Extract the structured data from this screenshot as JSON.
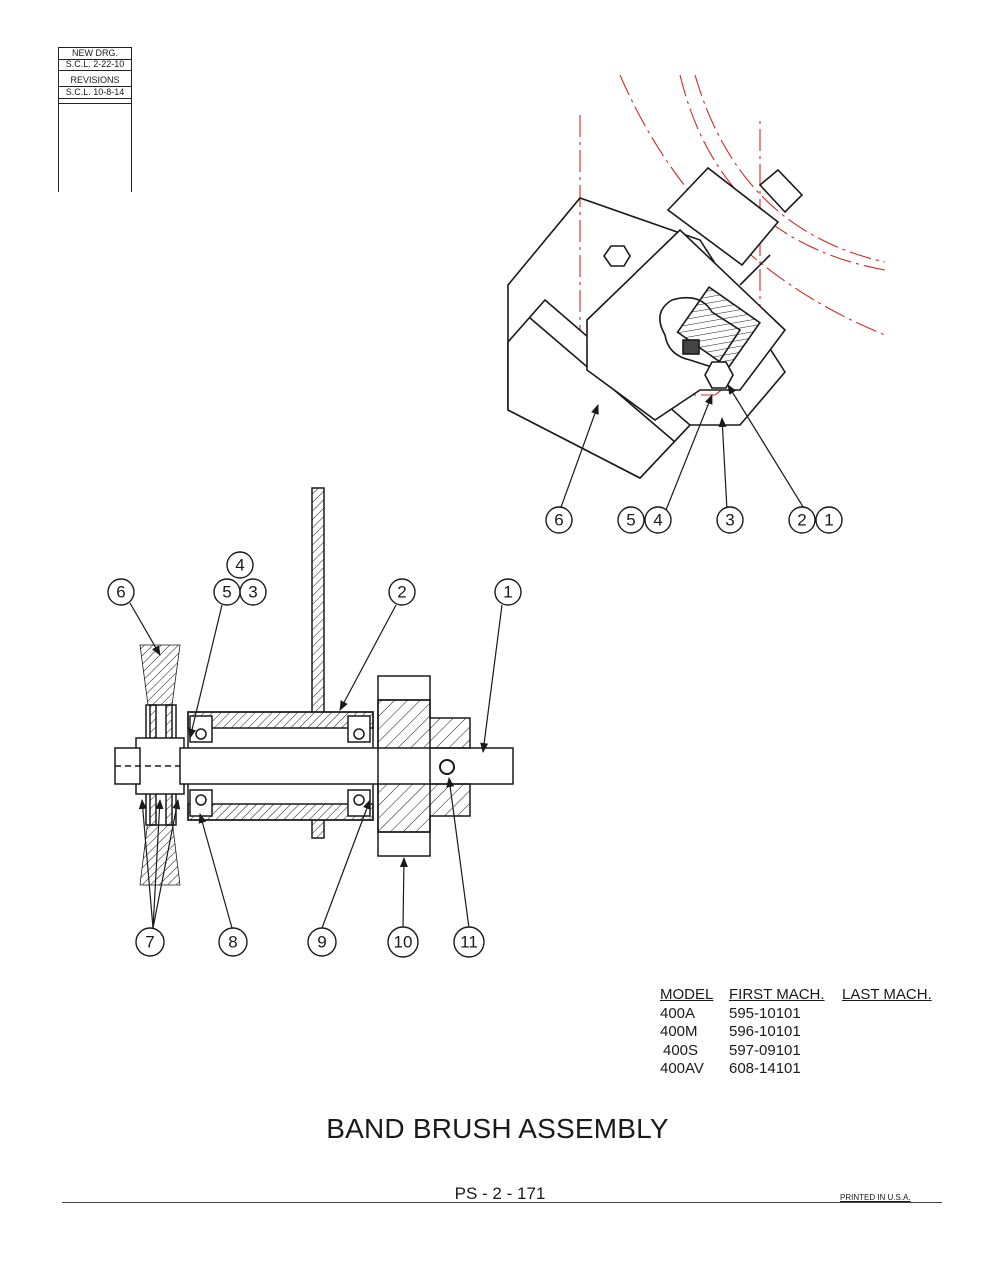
{
  "revision_block": {
    "new_drg_label": "NEW DRG.",
    "new_drg_value": "S.C.L. 2-22-10",
    "revisions_label": "REVISIONS",
    "revision_1": "S.C.L. 10-8-14"
  },
  "top_view_callouts": [
    "6",
    "5",
    "4",
    "3",
    "2",
    "1"
  ],
  "section_view_callouts": {
    "top": [
      "6",
      "4",
      "5",
      "3",
      "2",
      "1"
    ],
    "bottom": [
      "7",
      "8",
      "9",
      "10",
      "11"
    ]
  },
  "model_table": {
    "headers": [
      "MODEL",
      "FIRST MACH.",
      "LAST MACH."
    ],
    "rows": [
      [
        "400A",
        "595-10101",
        ""
      ],
      [
        "400M",
        "596-10101",
        ""
      ],
      [
        "400S",
        "597-09101",
        ""
      ],
      [
        "400AV",
        "608-14101",
        ""
      ]
    ]
  },
  "title": "BAND BRUSH ASSEMBLY",
  "page_number": "PS - 2 - 171",
  "printed_in": "PRINTED IN U.S.A.",
  "colors": {
    "ink": "#1a1a1a",
    "center_line": "#d62828",
    "paper": "#ffffff"
  }
}
